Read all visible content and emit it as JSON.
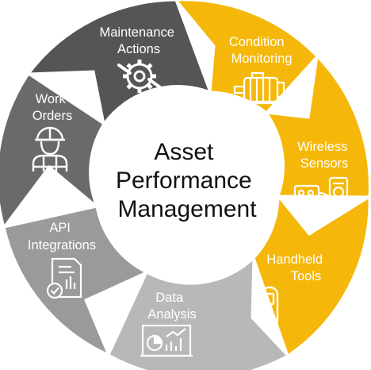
{
  "diagram": {
    "center": {
      "lines": [
        "Asset",
        "Performance",
        "Management"
      ]
    },
    "segments": [
      {
        "id": "condition-monitoring",
        "lines": [
          "Condition",
          "Monitoring"
        ],
        "color": "#F5B80A",
        "icon": "electric-motor-icon"
      },
      {
        "id": "wireless-sensors",
        "lines": [
          "Wireless",
          "Sensors"
        ],
        "color": "#F5B80A",
        "icon": "wireless-sensor-devices-icon"
      },
      {
        "id": "handheld-tools",
        "lines": [
          "Handheld",
          "Tools"
        ],
        "color": "#F5B80A",
        "icon": "handheld-probe-icon"
      },
      {
        "id": "data-analysis",
        "lines": [
          "Data",
          "Analysis"
        ],
        "color": "#B8B8B8",
        "icon": "analytics-screen-icon"
      },
      {
        "id": "api-integrations",
        "lines": [
          "API",
          "Integrations"
        ],
        "color": "#9A9A9A",
        "icon": "document-check-icon"
      },
      {
        "id": "work-orders",
        "lines": [
          "Work",
          "Orders"
        ],
        "color": "#6A6A6A",
        "icon": "worker-hardhat-icon"
      },
      {
        "id": "maintenance-actions",
        "lines": [
          "Maintenance",
          "Actions"
        ],
        "color": "#555555",
        "icon": "gear-wrench-icon"
      }
    ]
  }
}
